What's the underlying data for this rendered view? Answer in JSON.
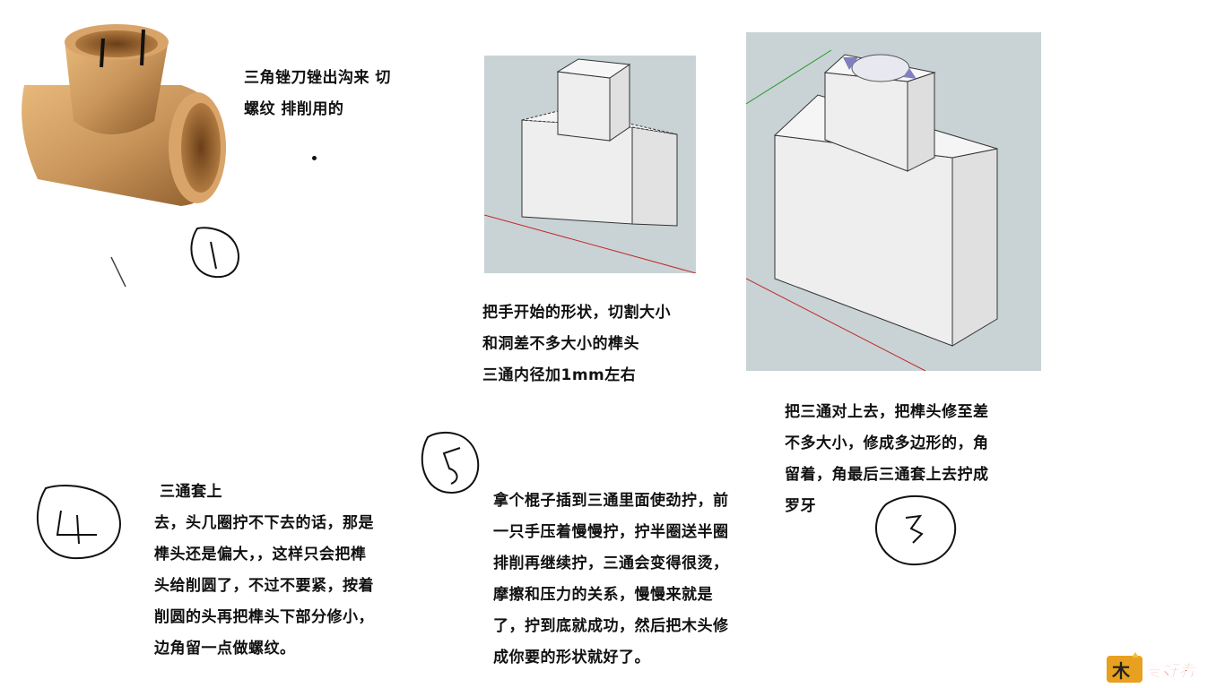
{
  "step1": {
    "caption": "三角锉刀锉出沟来 切\n螺纹     排削用的"
  },
  "step2": {
    "caption": "把手开始的形状，切割大小\n和洞差不多大小的榫头\n三通内径加1mm左右"
  },
  "step3": {
    "caption": "把三通对上去，把榫头修至差\n不多大小，修成多边形的，角\n留着，角最后三通套上去拧成\n罗牙"
  },
  "step4": {
    "caption_title": "三通套上",
    "caption": "去，头几圈拧不下去的话，那是\n榫头还是偏大，，这样只会把榫\n头给削圆了，不过不要紧，按着\n削圆的头再把榫头下部分修小，\n边角留一点做螺纹。"
  },
  "step5": {
    "caption": "拿个棍子插到三通里面使劲拧，前\n一只手压着慢慢拧，拧半圈送半圈\n排削再继续拧，三通会变得很烫，\n摩擦和压力的关系，慢慢来就是\n了，拧到底就成功，然后把木头修\n成你要的形状就好了。"
  },
  "logo": {
    "text": "爱好者"
  },
  "colors": {
    "brass": "#c8945a",
    "model_bg": "#c9d3d6",
    "box_face": "#eeeeee",
    "axis_red": "#c0282a",
    "axis_green": "#2a9a2a"
  }
}
